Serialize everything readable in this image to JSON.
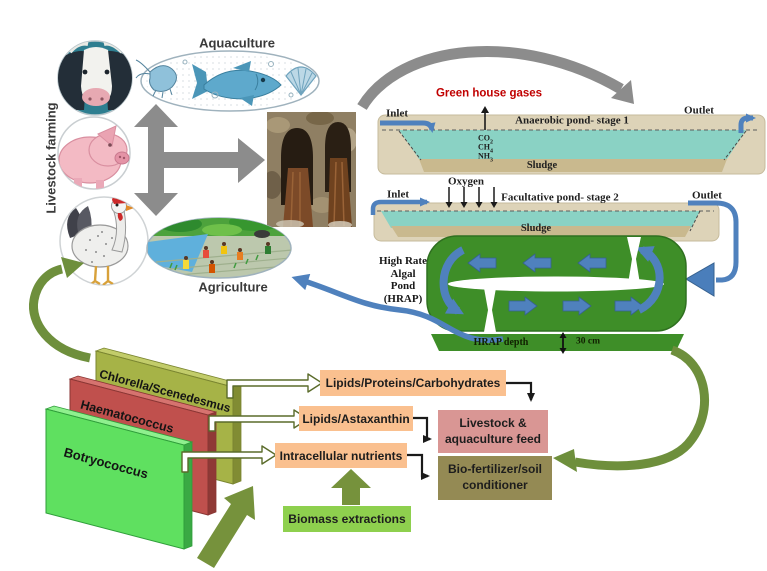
{
  "sources": {
    "aquaculture_label": "Aquaculture",
    "livestock_label": "Livestock farming",
    "agriculture_label": "Agriculture"
  },
  "anaerobic_pond": {
    "greenhouse_gases_label": "Green house gases",
    "inlet_label": "Inlet",
    "outlet_label": "Outlet",
    "title": "Anaerobic pond- stage 1",
    "sludge_label": "Sludge",
    "gases": [
      {
        "main": "CO",
        "sub": "2"
      },
      {
        "main": "CH",
        "sub": "4"
      },
      {
        "main": "NH",
        "sub": "3"
      }
    ]
  },
  "facultative_pond": {
    "oxygen_label": "Oxygen",
    "inlet_label": "Inlet",
    "outlet_label": "Outlet",
    "title": "Facultative pond- stage 2",
    "sludge_label": "Sludge"
  },
  "hrap": {
    "label_lines": [
      "High Rate",
      "Algal",
      "Pond",
      "(HRAP)"
    ],
    "depth_label": "HRAP depth",
    "depth_value": "30 cm"
  },
  "algae": {
    "panels": [
      {
        "label": "Chlorella/Scenedesmus",
        "color": "#a6b347"
      },
      {
        "label": "Haematococcus",
        "color": "#c0504d"
      },
      {
        "label": "Botryococcus",
        "color": "#5fe060"
      }
    ]
  },
  "products": {
    "lipids_proteins_carbs": "Lipids/Proteins/Carbohydrates",
    "lipids_astaxanthin": "Lipids/Astaxanthin",
    "intracellular_nutrients": "Intracellular nutrients",
    "biomass_extractions": "Biomass extractions",
    "livestock_feed": "Livestock & aquaculture feed",
    "biofertilizer": "Bio-fertilizer/soil conditioner"
  },
  "colors": {
    "flow_blue": "#4f81bd",
    "olive_green": "#6e8f3c",
    "gray_arrow": "#8c8c8c",
    "pond_bank": "#ddd3b8",
    "pond_water": "#8ad2c4",
    "sludge": "#c9b98e",
    "hrap_green": "#3e8e28",
    "greenhouse_red": "#c00000",
    "orange_box": "#fac08f",
    "pink_box": "#d99694",
    "olive_box": "#948a54",
    "bright_green_box": "#8ed04e"
  }
}
